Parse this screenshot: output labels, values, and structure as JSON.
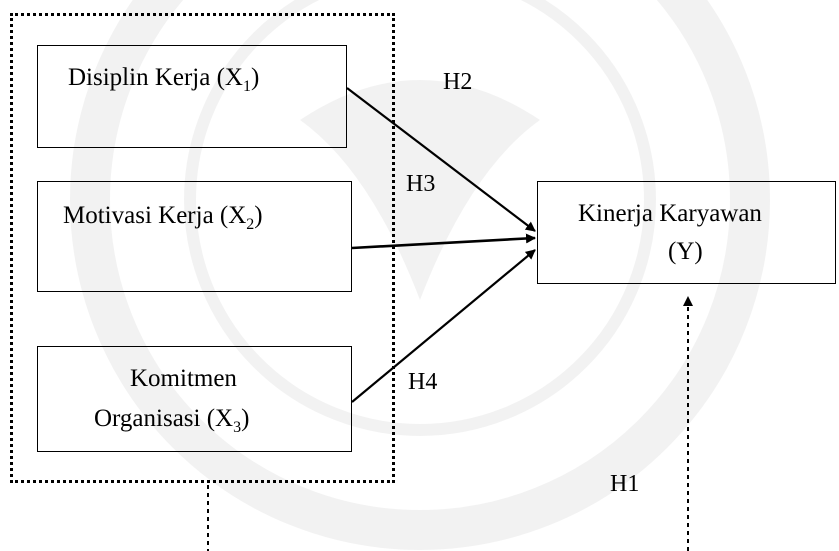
{
  "nodes": {
    "x1": {
      "text": "Disiplin Kerja (X",
      "sub": "1",
      "close": ")"
    },
    "x2": {
      "text": "Motivasi Kerja (X",
      "sub": "2",
      "close": ")"
    },
    "x3": {
      "line1": "Komitmen",
      "line2": "Organisasi (X",
      "sub": "3",
      "close": ")"
    },
    "y": {
      "line1": "Kinerja Karyawan",
      "line2": "(Y)"
    }
  },
  "hypotheses": {
    "h1": "H1",
    "h2": "H2",
    "h3": "H3",
    "h4": "H4"
  },
  "colors": {
    "line": "#000000",
    "watermark": "#8a8a8a"
  }
}
